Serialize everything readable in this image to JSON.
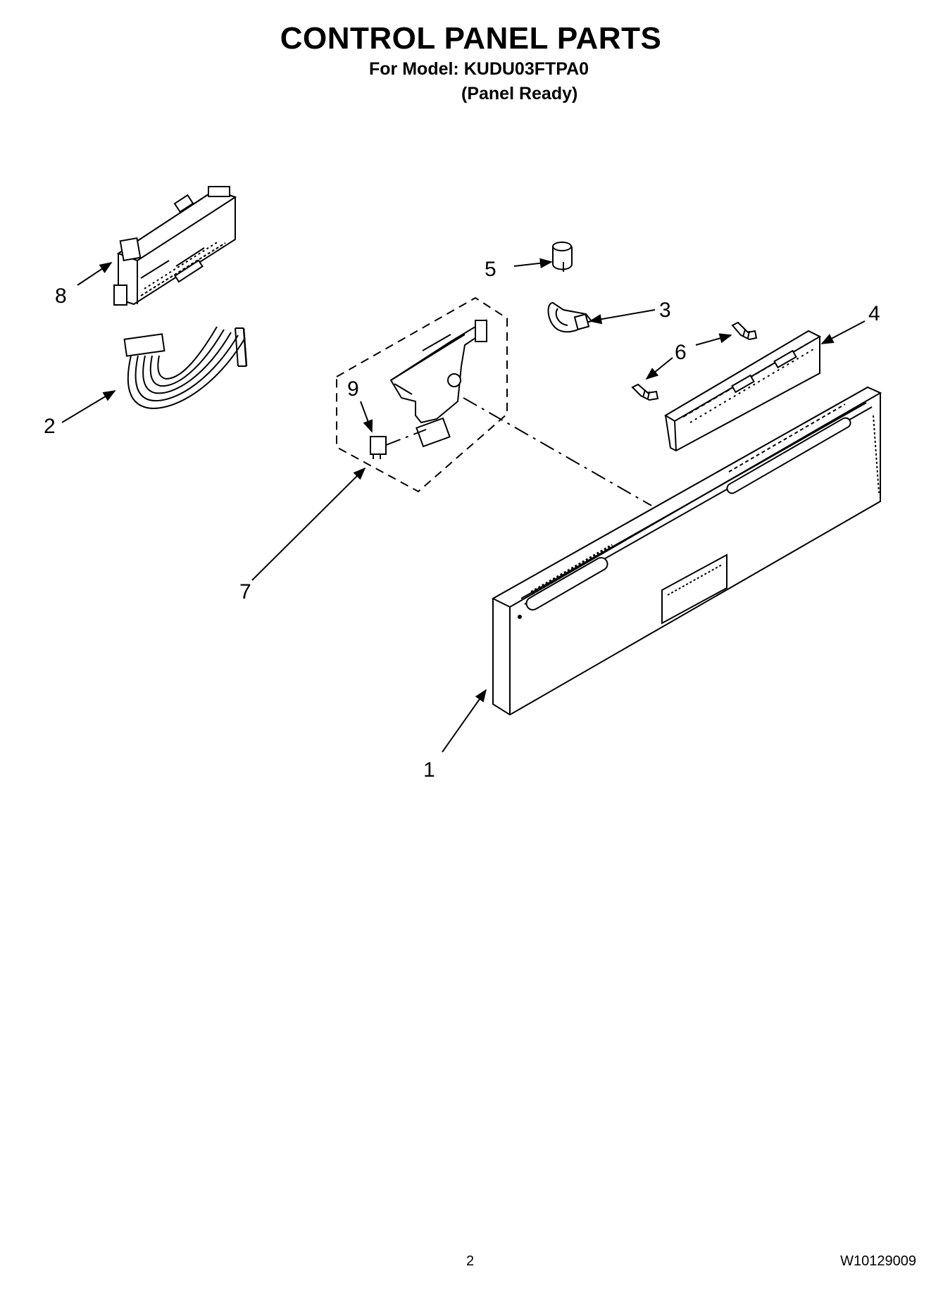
{
  "header": {
    "title": "CONTROL PANEL PARTS",
    "model_line": "For Model: KUDU03FTPA0",
    "variant_line": "(Panel Ready)"
  },
  "callouts": {
    "c1": "1",
    "c2": "2",
    "c3": "3",
    "c4": "4",
    "c5": "5",
    "c6": "6",
    "c7": "7",
    "c8": "8",
    "c9": "9"
  },
  "footer": {
    "page_number": "2",
    "document_number": "W10129009"
  },
  "colors": {
    "ink": "#000000",
    "paper": "#ffffff"
  }
}
